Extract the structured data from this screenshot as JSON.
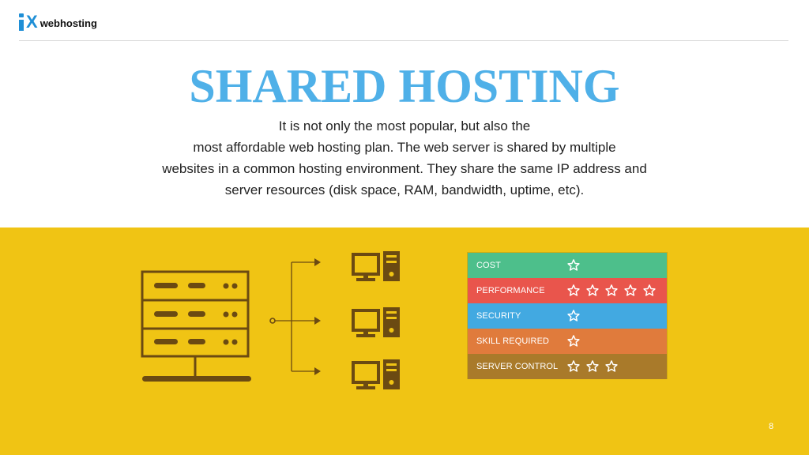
{
  "brand": {
    "logo_text": "webhosting",
    "logo_color": "#1f8fd6"
  },
  "slide": {
    "title": "SHARED HOSTING",
    "description_lines": [
      "It is not only the most popular, but also the",
      "most affordable web hosting plan. The web server is shared by multiple",
      "websites in a common hosting environment. They share the same IP address and",
      "server resources (disk space, RAM, bandwidth, uptime, etc)."
    ],
    "page_number": "8",
    "title_color": "#4fb0e8",
    "band_color": "#f0c414",
    "illustration_color": "#6b4a12"
  },
  "ratings": [
    {
      "label": "COST",
      "stars": 1,
      "color": "#4dbf8b"
    },
    {
      "label": "PERFORMANCE",
      "stars": 5,
      "color": "#e9554c"
    },
    {
      "label": "SECURITY",
      "stars": 1,
      "color": "#42a9e1"
    },
    {
      "label": "SKILL REQUIRED",
      "stars": 1,
      "color": "#e07b3c"
    },
    {
      "label": "SERVER CONTROL",
      "stars": 3,
      "color": "#a97a2a"
    }
  ]
}
